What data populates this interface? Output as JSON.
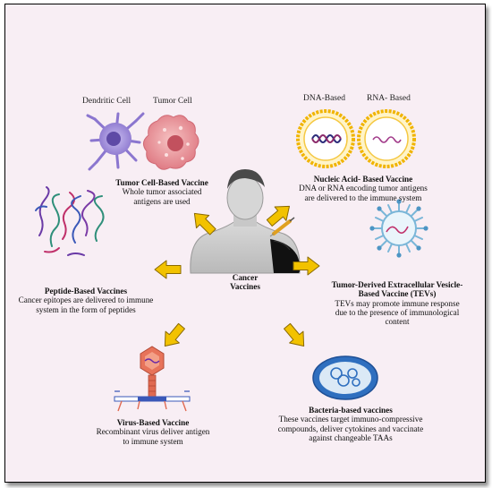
{
  "center": {
    "label_line1": "Cancer",
    "label_line2": "Vaccines"
  },
  "tumor_cell": {
    "label_dendritic": "Dendritic Cell",
    "label_tumor": "Tumor Cell",
    "title": "Tumor Cell-Based Vaccine",
    "desc_line1": "Whole tumor associated",
    "desc_line2": "antigens are used"
  },
  "nucleic_acid": {
    "label_dna": "DNA-Based",
    "label_rna": "RNA- Based",
    "title": "Nucleic Acid- Based Vaccine",
    "desc_line1": "DNA or RNA encoding tumor antigens",
    "desc_line2": "are delivered to the immune system"
  },
  "peptide": {
    "title": "Peptide-Based Vaccines",
    "desc_line1": "Cancer epitopes are delivered to immune",
    "desc_line2": "system in the form of peptides"
  },
  "tev": {
    "title_line1": "Tumor-Derived Extracellular Vesicle-",
    "title_line2": "Based Vaccine (TEVs)",
    "desc_line1": "TEVs may promote immune response",
    "desc_line2": "due to the presence of immunological",
    "desc_line3": "content"
  },
  "virus": {
    "title": "Virus-Based Vaccine",
    "desc_line1": "Recombinant virus deliver antigen",
    "desc_line2": "to immune system"
  },
  "bacteria": {
    "title": "Bacteria-based vaccines",
    "desc_line1": "These vaccines target immuno-compressive",
    "desc_line2": "compounds, deliver cytokines and vaccinate",
    "desc_line3": "against changeable TAAs"
  },
  "colors": {
    "background": "#f8eef4",
    "arrow_fill": "#f2c200",
    "arrow_stroke": "#8a6a00",
    "dendritic_cell": "#9a86d8",
    "tumor_cell": "#e98f94",
    "vesicle_ring": "#f0b400",
    "tev_particle": "#7ab6d8",
    "bacteria_fill": "#2f6fbf"
  }
}
